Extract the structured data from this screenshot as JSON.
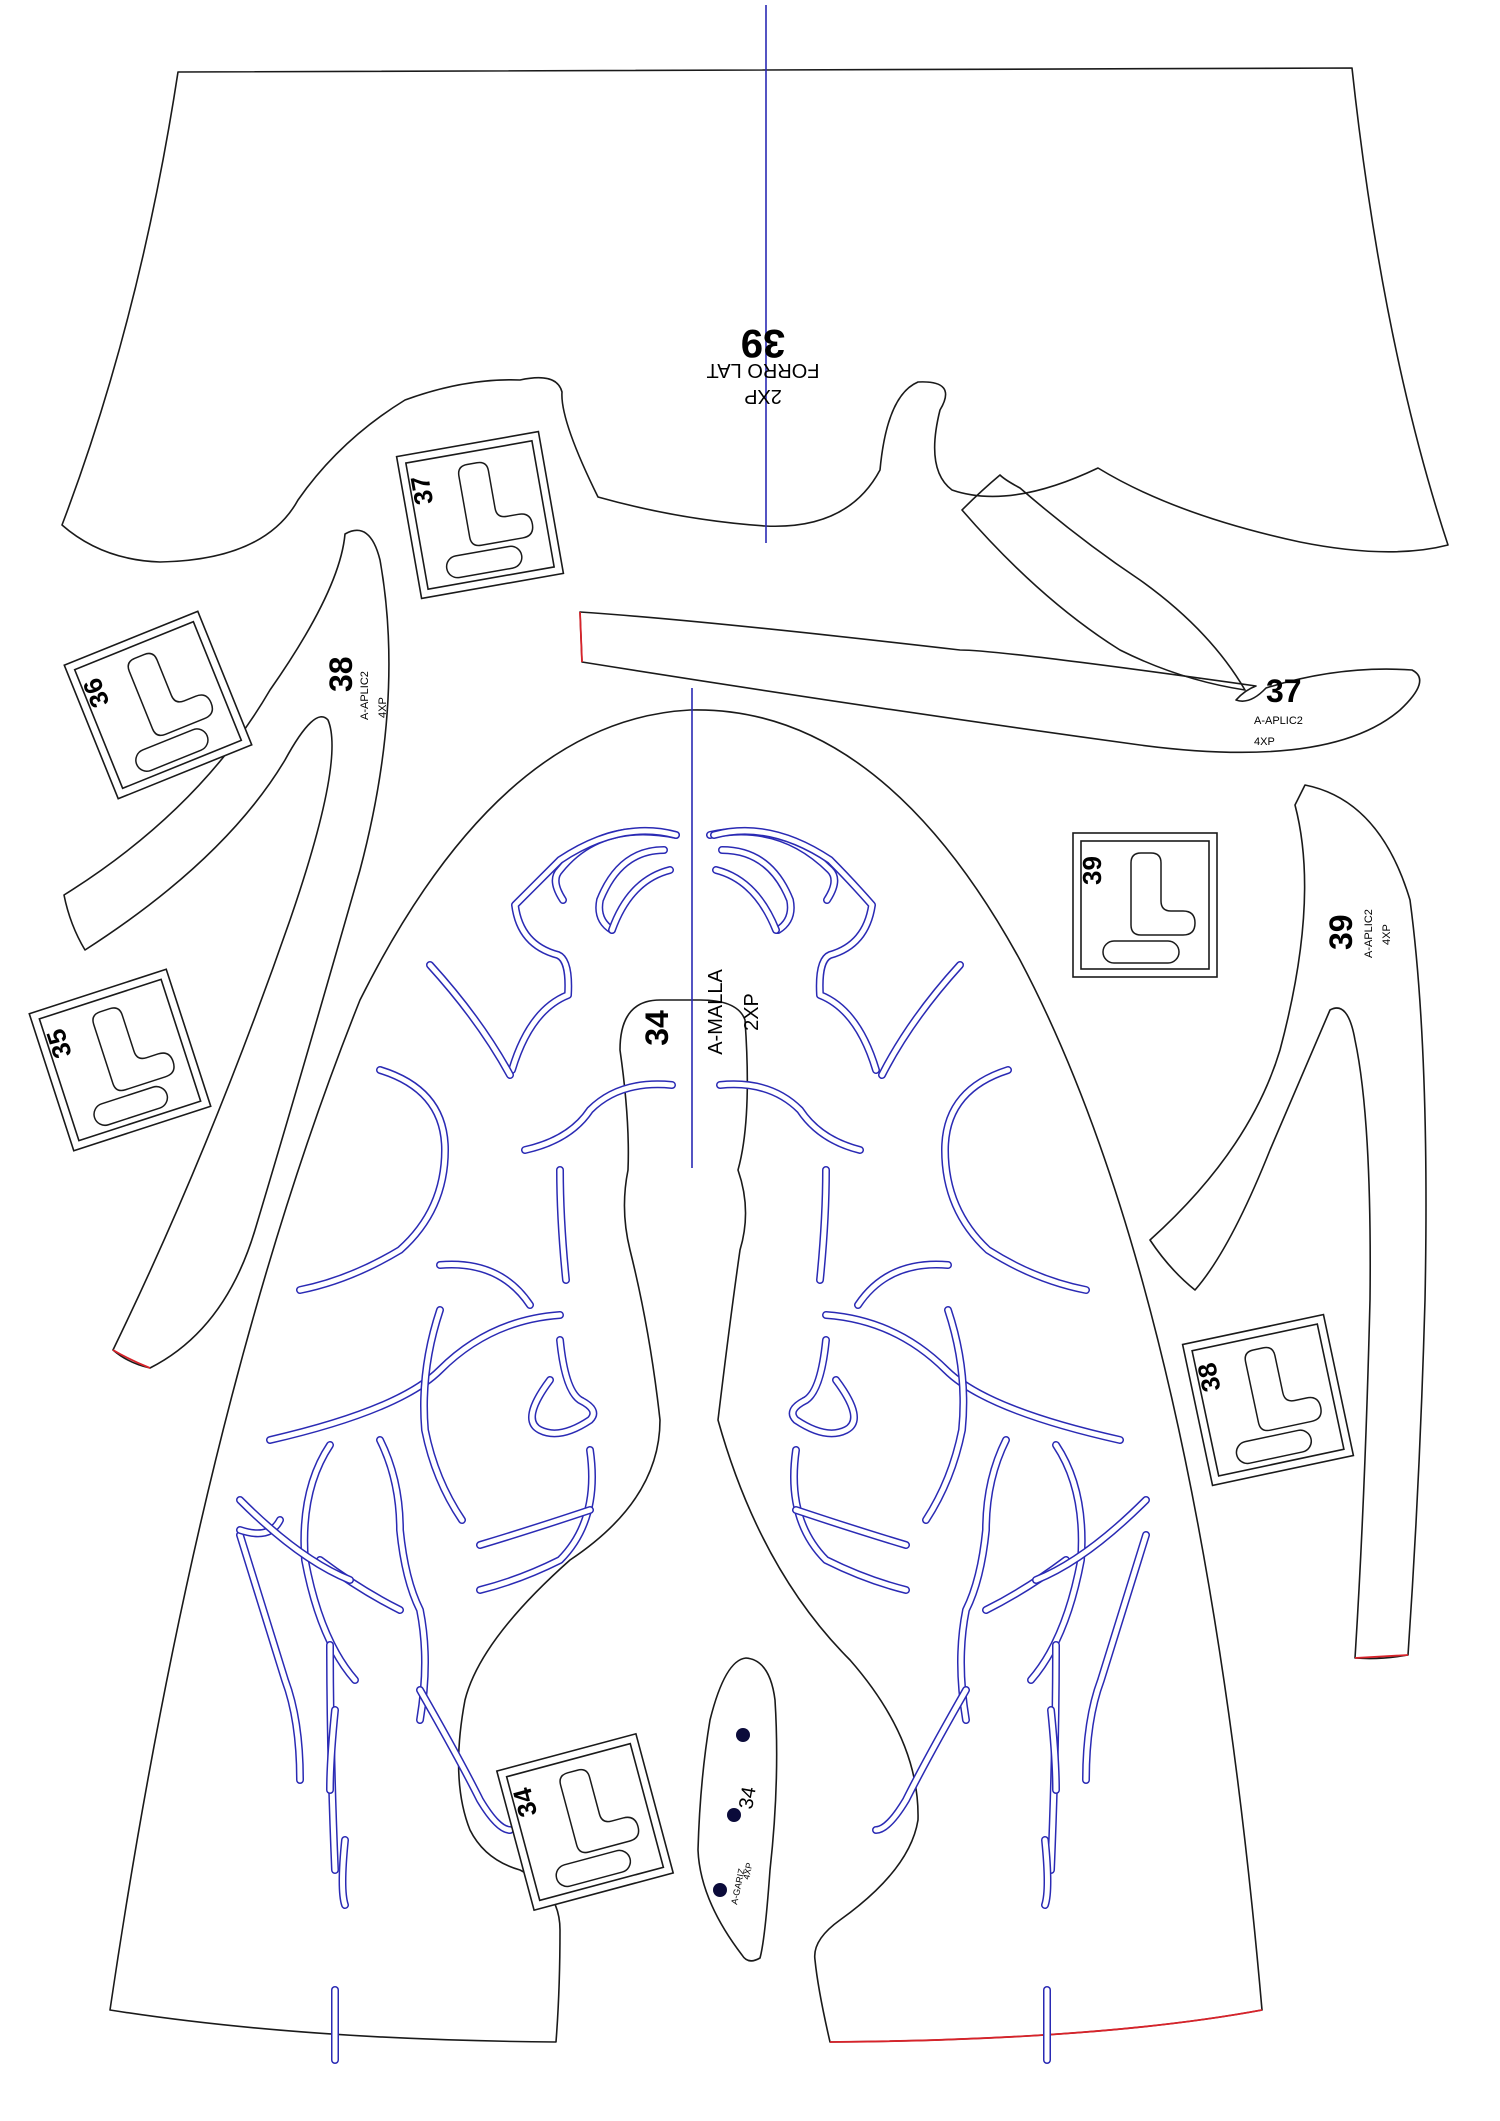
{
  "pieces": {
    "forro_lat": {
      "number": "39",
      "name": "FORRO LAT",
      "qty": "2XP"
    },
    "aplic_left": {
      "number": "38",
      "name": "A-APLIC2",
      "qty": "4XP"
    },
    "aplic_top": {
      "number": "37",
      "name": "A-APLIC2",
      "qty": "4XP"
    },
    "aplic_right": {
      "number": "39",
      "name": "A-APLIC2",
      "qty": "4XP"
    },
    "malla": {
      "number": "34",
      "name": "A-MALLA",
      "qty": "2XP"
    },
    "gariz": {
      "number": "34",
      "name": "A-GARIZ",
      "qty": "4XP"
    }
  },
  "tags": [
    {
      "id": "tag-37",
      "label": "37"
    },
    {
      "id": "tag-36",
      "label": "36"
    },
    {
      "id": "tag-35",
      "label": "35"
    },
    {
      "id": "tag-39",
      "label": "39"
    },
    {
      "id": "tag-38",
      "label": "38"
    },
    {
      "id": "tag-34",
      "label": "34"
    }
  ],
  "colors": {
    "outline": "#1a1a1a",
    "grainline": "#2a2ab4",
    "perforation": "#2a2ab4",
    "hem_mark": "#d8232a",
    "background": "#ffffff"
  }
}
